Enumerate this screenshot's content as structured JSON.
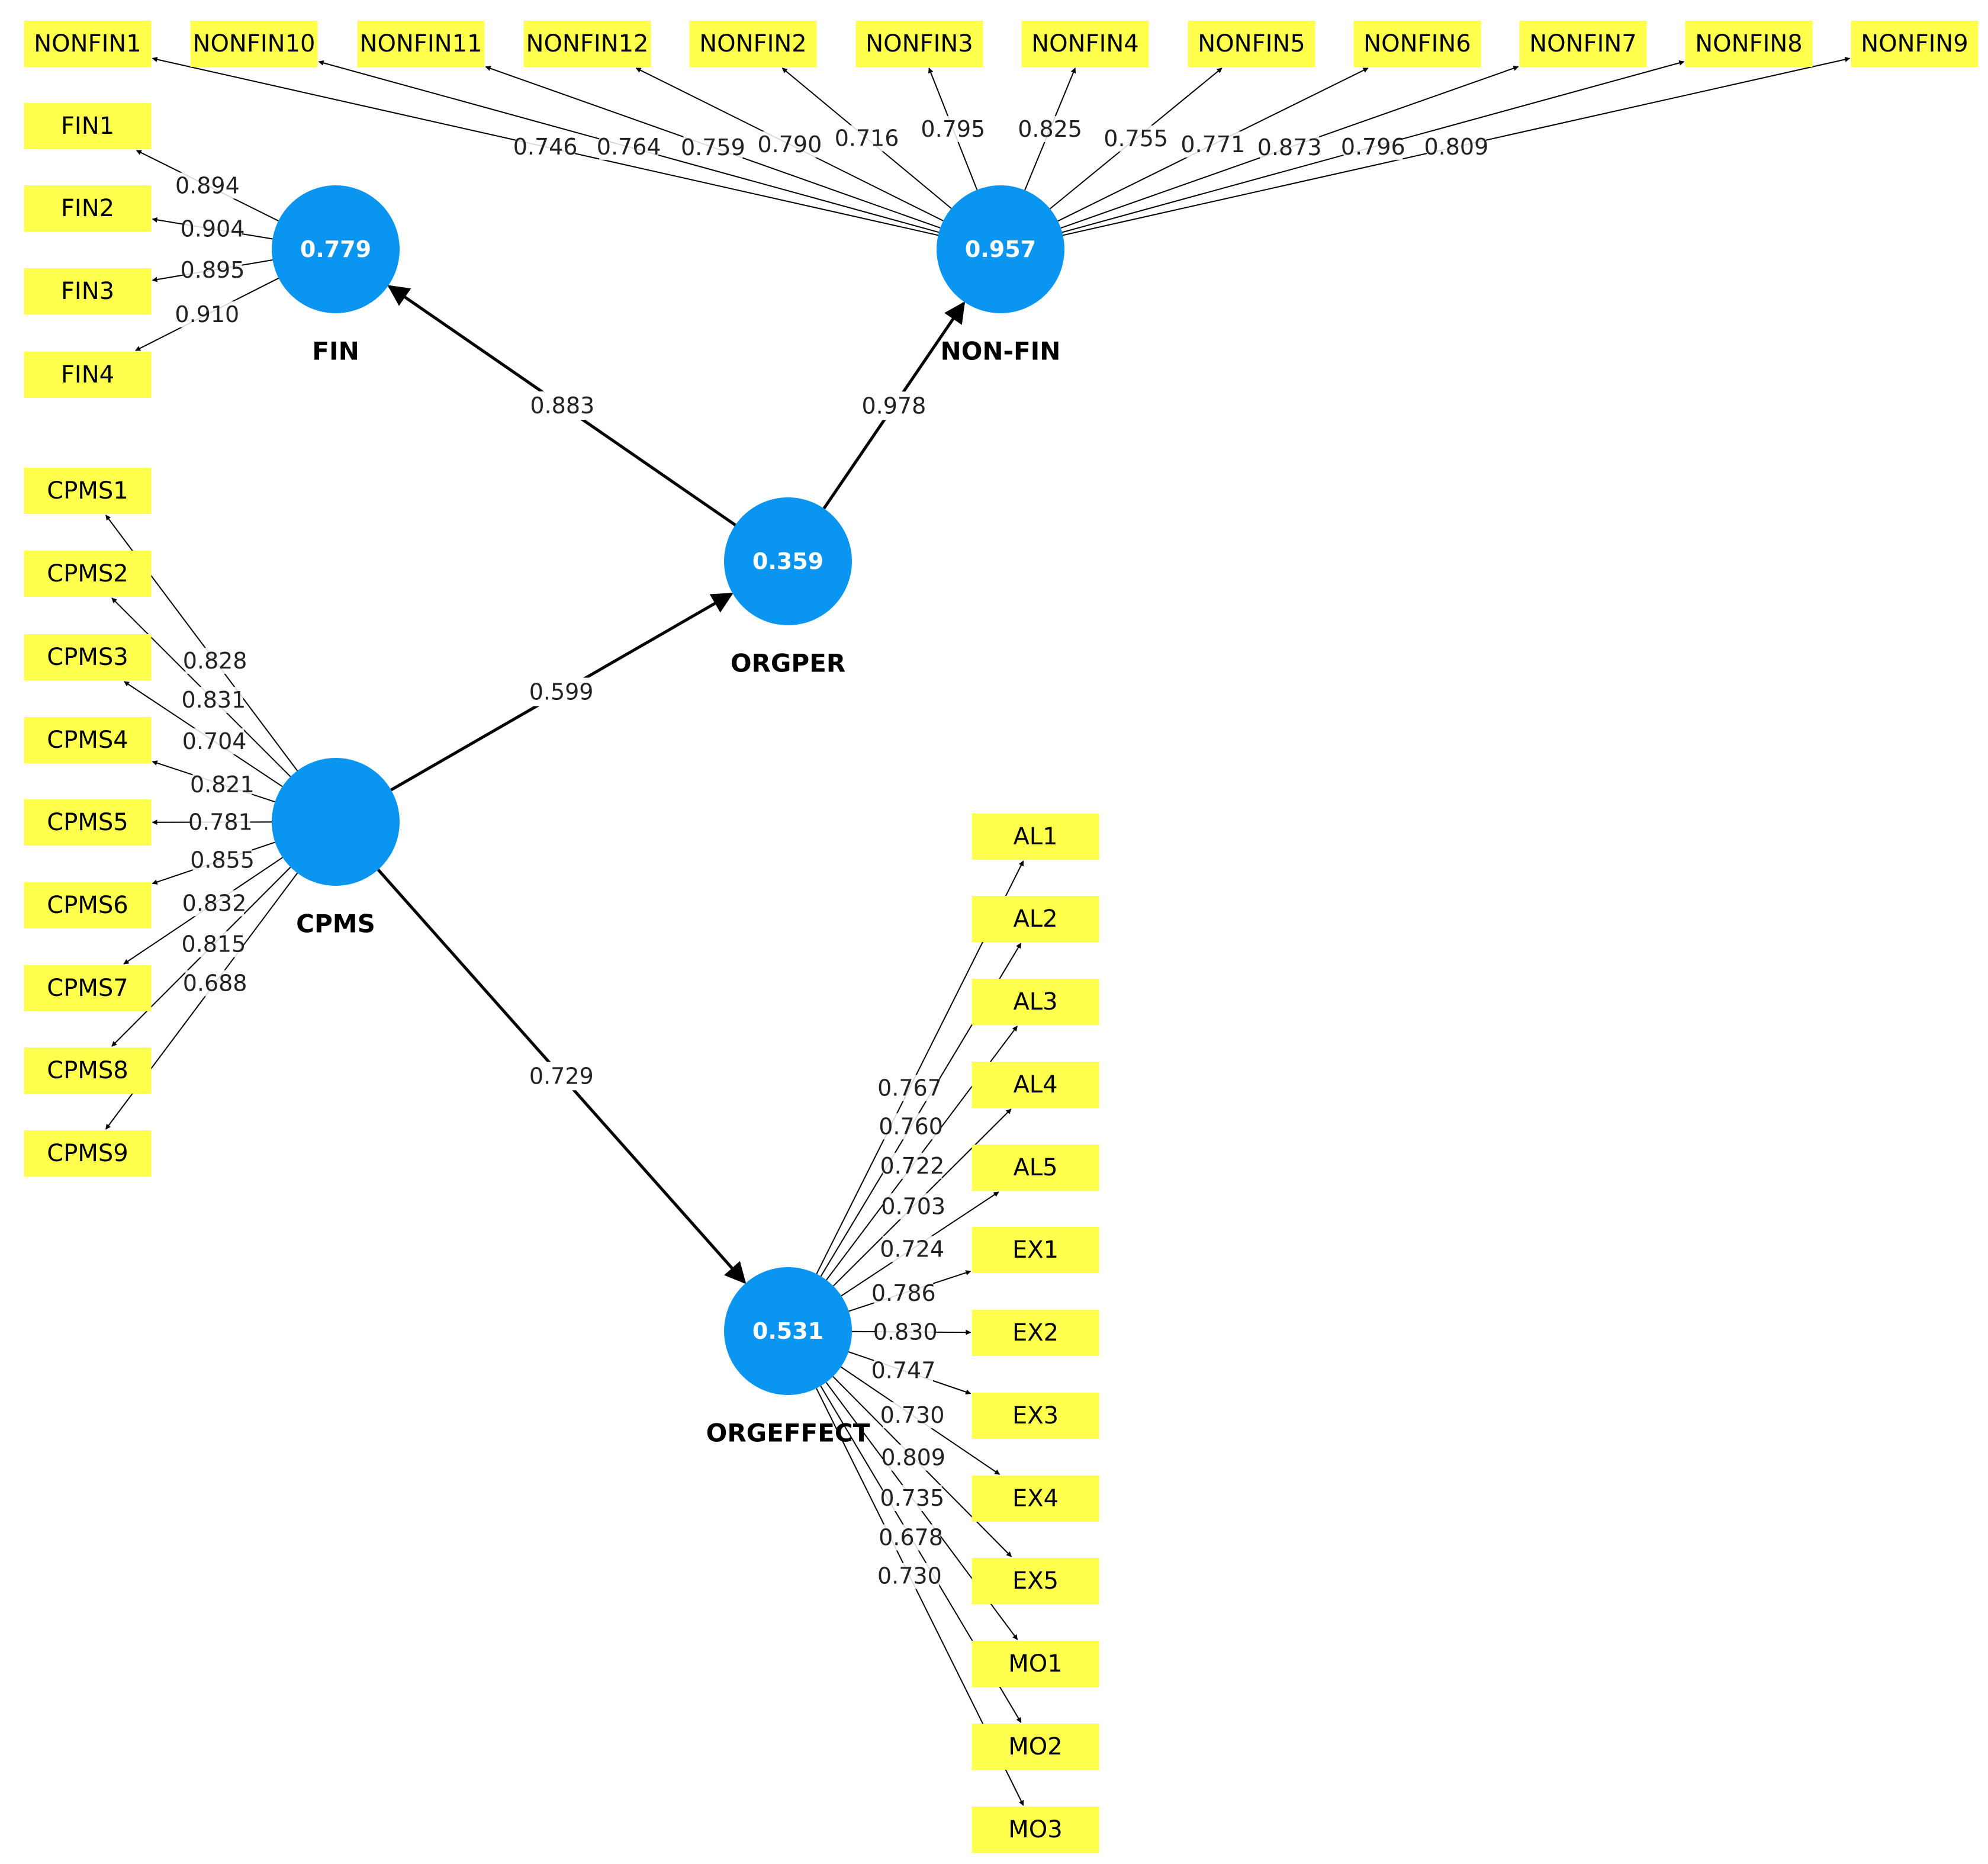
{
  "latent_variables": [
    {
      "id": "FIN",
      "name": "FIN",
      "value": "0.779"
    },
    {
      "id": "NONFIN",
      "name": "NON-FIN",
      "value": "0.957"
    },
    {
      "id": "ORGPER",
      "name": "ORGPER",
      "value": "0.359"
    },
    {
      "id": "CPMS",
      "name": "CPMS",
      "value": ""
    },
    {
      "id": "ORGEFFECT",
      "name": "ORGEFFECT",
      "value": "0.531"
    }
  ],
  "structural_paths": [
    {
      "from": "CPMS",
      "to": "ORGPER",
      "value": "0.599"
    },
    {
      "from": "CPMS",
      "to": "ORGEFFECT",
      "value": "0.729"
    },
    {
      "from": "ORGPER",
      "to": "FIN",
      "value": "0.883"
    },
    {
      "from": "ORGPER",
      "to": "NONFIN",
      "value": "0.978"
    }
  ],
  "indicators": {
    "NONFIN": [
      {
        "name": "NONFIN1",
        "loading": "0.746"
      },
      {
        "name": "NONFIN10",
        "loading": "0.764"
      },
      {
        "name": "NONFIN11",
        "loading": "0.759"
      },
      {
        "name": "NONFIN12",
        "loading": "0.790"
      },
      {
        "name": "NONFIN2",
        "loading": "0.716"
      },
      {
        "name": "NONFIN3",
        "loading": "0.795"
      },
      {
        "name": "NONFIN4",
        "loading": "0.825"
      },
      {
        "name": "NONFIN5",
        "loading": "0.755"
      },
      {
        "name": "NONFIN6",
        "loading": "0.771"
      },
      {
        "name": "NONFIN7",
        "loading": "0.873"
      },
      {
        "name": "NONFIN8",
        "loading": "0.796"
      },
      {
        "name": "NONFIN9",
        "loading": "0.809"
      }
    ],
    "FIN": [
      {
        "name": "FIN1",
        "loading": "0.894"
      },
      {
        "name": "FIN2",
        "loading": "0.904"
      },
      {
        "name": "FIN3",
        "loading": "0.895"
      },
      {
        "name": "FIN4",
        "loading": "0.910"
      }
    ],
    "CPMS": [
      {
        "name": "CPMS1",
        "loading": "0.828"
      },
      {
        "name": "CPMS2",
        "loading": "0.831"
      },
      {
        "name": "CPMS3",
        "loading": "0.704"
      },
      {
        "name": "CPMS4",
        "loading": "0.821"
      },
      {
        "name": "CPMS5",
        "loading": "0.781"
      },
      {
        "name": "CPMS6",
        "loading": "0.855"
      },
      {
        "name": "CPMS7",
        "loading": "0.832"
      },
      {
        "name": "CPMS8",
        "loading": "0.815"
      },
      {
        "name": "CPMS9",
        "loading": "0.688"
      }
    ],
    "ORGEFFECT": [
      {
        "name": "AL1",
        "loading": "0.767"
      },
      {
        "name": "AL2",
        "loading": "0.760"
      },
      {
        "name": "AL3",
        "loading": "0.722"
      },
      {
        "name": "AL4",
        "loading": "0.703"
      },
      {
        "name": "AL5",
        "loading": "0.724"
      },
      {
        "name": "EX1",
        "loading": "0.786"
      },
      {
        "name": "EX2",
        "loading": "0.830"
      },
      {
        "name": "EX3",
        "loading": "0.747"
      },
      {
        "name": "EX4",
        "loading": "0.730"
      },
      {
        "name": "EX5",
        "loading": "0.809"
      },
      {
        "name": "MO1",
        "loading": "0.735"
      },
      {
        "name": "MO2",
        "loading": "0.678"
      },
      {
        "name": "MO3",
        "loading": "0.730"
      }
    ]
  },
  "colors": {
    "latent": "#0a96f0",
    "indicator": "#ffff4d",
    "edge": "#000000"
  }
}
